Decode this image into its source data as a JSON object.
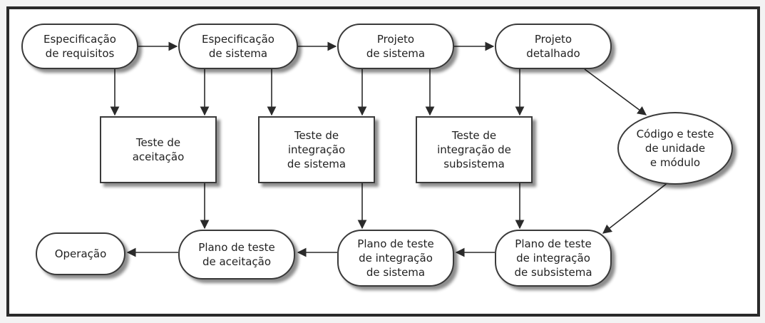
{
  "diagram": {
    "nodes": [
      {
        "id": "spec-req",
        "label": "Especificação\nde requisitos"
      },
      {
        "id": "spec-sis",
        "label": "Especificação\nde sistema"
      },
      {
        "id": "proj-sis",
        "label": "Projeto\nde sistema"
      },
      {
        "id": "proj-det",
        "label": "Projeto\ndetalhado"
      },
      {
        "id": "teste-aceit",
        "label": "Teste de\naceitação"
      },
      {
        "id": "teste-int-sis",
        "label": "Teste de\nintegração\nde sistema"
      },
      {
        "id": "teste-int-sub",
        "label": "Teste de\nintegração de\nsubsistema"
      },
      {
        "id": "codigo",
        "label": "Código e teste\nde unidade\ne módulo"
      },
      {
        "id": "operacao",
        "label": "Operação"
      },
      {
        "id": "plano-aceit",
        "label": "Plano de teste\nde aceitação"
      },
      {
        "id": "plano-int-sis",
        "label": "Plano de teste\nde integração\nde sistema"
      },
      {
        "id": "plano-int-sub",
        "label": "Plano de teste\nde integração\nde subsistema"
      }
    ],
    "edges": [
      {
        "from": "spec-req",
        "to": "spec-sis"
      },
      {
        "from": "spec-sis",
        "to": "proj-sis"
      },
      {
        "from": "proj-sis",
        "to": "proj-det"
      },
      {
        "from": "spec-req",
        "to": "teste-aceit"
      },
      {
        "from": "spec-sis",
        "to": "teste-aceit"
      },
      {
        "from": "spec-sis",
        "to": "teste-int-sis"
      },
      {
        "from": "proj-sis",
        "to": "teste-int-sis"
      },
      {
        "from": "proj-sis",
        "to": "teste-int-sub"
      },
      {
        "from": "proj-det",
        "to": "teste-int-sub"
      },
      {
        "from": "proj-det",
        "to": "codigo"
      },
      {
        "from": "teste-aceit",
        "to": "plano-aceit"
      },
      {
        "from": "teste-int-sis",
        "to": "plano-int-sis"
      },
      {
        "from": "teste-int-sub",
        "to": "plano-int-sub"
      },
      {
        "from": "codigo",
        "to": "plano-int-sub"
      },
      {
        "from": "plano-int-sub",
        "to": "plano-int-sis"
      },
      {
        "from": "plano-int-sis",
        "to": "plano-aceit"
      },
      {
        "from": "plano-aceit",
        "to": "operacao"
      }
    ]
  }
}
